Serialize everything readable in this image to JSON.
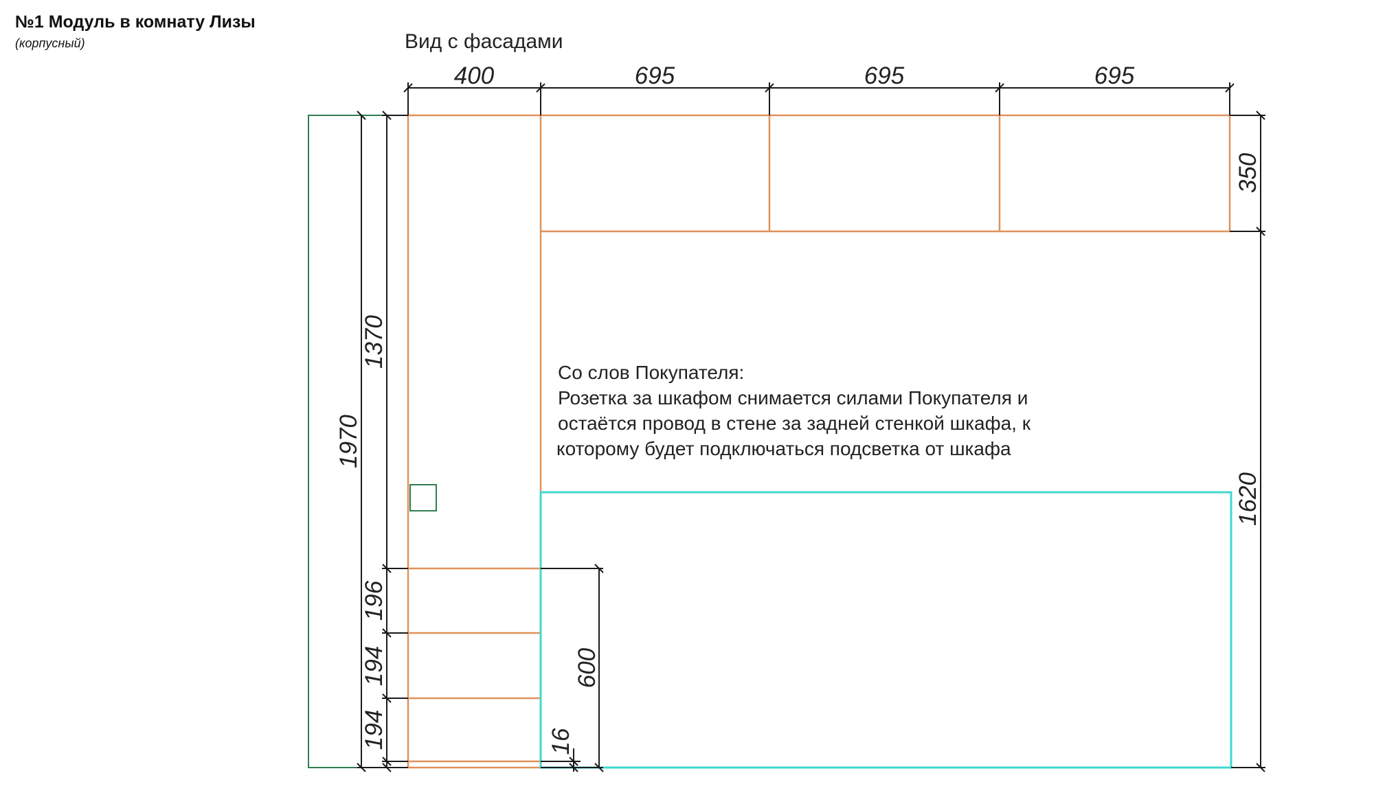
{
  "header": {
    "title": "№1 Модуль в комнату Лизы",
    "subtitle": "(корпусный)"
  },
  "drawing": {
    "view_label": "Вид с фасадами",
    "note_lines": [
      "Со слов Покупателя:",
      "Розетка за шкафом снимается силами Покупателя и",
      "остаётся провод в стене за задней стенкой шкафа, к",
      "которому будет подключаться подсветка от шкафа"
    ],
    "dimensions": {
      "top": [
        "400",
        "695",
        "695",
        "695"
      ],
      "right_top": "350",
      "right_main": "1620",
      "left_total": "1970",
      "left_upper": "1370",
      "left_drawers": [
        "196",
        "194",
        "194"
      ],
      "bottom_gap": "16",
      "drawer_unit_height": "600"
    },
    "colors": {
      "facade_lines": "#e0915a",
      "cyan_niche": "#3fd8d0",
      "green_side": "#2e7d4f",
      "dimension_lines": "#1a1a1a"
    }
  }
}
